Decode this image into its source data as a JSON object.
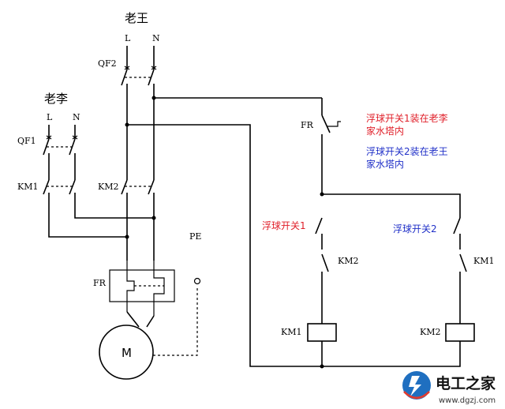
{
  "labels": {
    "owner_wang": "老王",
    "owner_li": "老李",
    "wang_l": "L",
    "wang_n": "N",
    "li_l": "L",
    "li_n": "N",
    "qf2": "QF2",
    "qf1": "QF1",
    "km1_left": "KM1",
    "km2_left": "KM2",
    "fr_left": "FR",
    "motor": "M",
    "pe": "PE",
    "fr_right": "FR",
    "float1": "浮球开关1",
    "float2": "浮球开关2",
    "km2_contact": "KM2",
    "km1_contact": "KM1",
    "km1_coil": "KM1",
    "km2_coil": "KM2"
  },
  "notes": {
    "note1_line1": "浮球开关1装在老李",
    "note1_line2": "家水塔内",
    "note2_line1": "浮球开关2装在老王",
    "note2_line2": "家水塔内"
  },
  "logo": {
    "name": "电工之家",
    "url": "www.dgzj.com"
  },
  "colors": {
    "red_note": "#e0202a",
    "blue_note": "#2030c8",
    "logo_blue": "#1f6fc0",
    "logo_red": "#e23b2e"
  }
}
